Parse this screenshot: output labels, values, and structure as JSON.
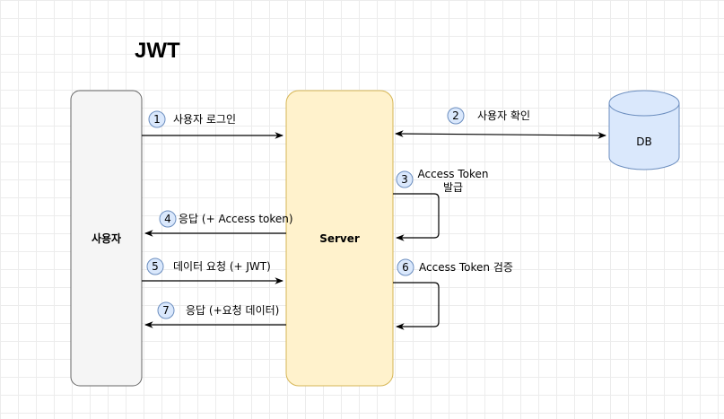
{
  "title": "JWT",
  "nodes": {
    "user": "사용자",
    "server": "Server",
    "db": "DB"
  },
  "steps": [
    {
      "num": "1",
      "label": "사용자 로그인"
    },
    {
      "num": "2",
      "label": "사용자 확인"
    },
    {
      "num": "3",
      "label_line1": "Access Token",
      "label_line2": "발급"
    },
    {
      "num": "4",
      "label": "응답 (+ Access token)"
    },
    {
      "num": "5",
      "label": "데이터 요청 (+ JWT)"
    },
    {
      "num": "6",
      "label": "Access Token 검증"
    },
    {
      "num": "7",
      "label": "응답 (+요청 데이터)"
    }
  ],
  "colors": {
    "user_fill": "#f5f5f5",
    "user_stroke": "#666666",
    "server_fill": "#fff2cc",
    "server_stroke": "#d6b656",
    "db_fill": "#dae8fc",
    "db_stroke": "#6c8ebf"
  }
}
